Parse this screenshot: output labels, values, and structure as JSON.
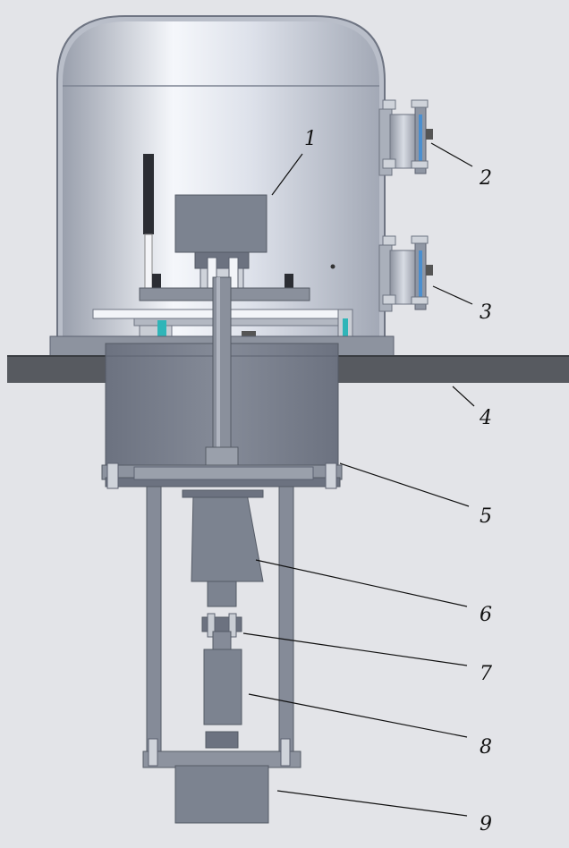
{
  "labels": [
    {
      "id": "1",
      "text": "1"
    },
    {
      "id": "2",
      "text": "2"
    },
    {
      "id": "3",
      "text": "3"
    },
    {
      "id": "4",
      "text": "4"
    },
    {
      "id": "5",
      "text": "5"
    },
    {
      "id": "6",
      "text": "6"
    },
    {
      "id": "7",
      "text": "7"
    },
    {
      "id": "8",
      "text": "8"
    },
    {
      "id": "9",
      "text": "9"
    }
  ],
  "colors": {
    "background": "#e3e4e8",
    "metal": "#7c8390",
    "metal_dark": "#5c6270",
    "dome_light": "#f2f4f8",
    "dome_edge": "#8a90a0",
    "floor": "#575a60",
    "accent_cyan": "#2fb5b8",
    "accent_blue": "#4a8fd0"
  }
}
